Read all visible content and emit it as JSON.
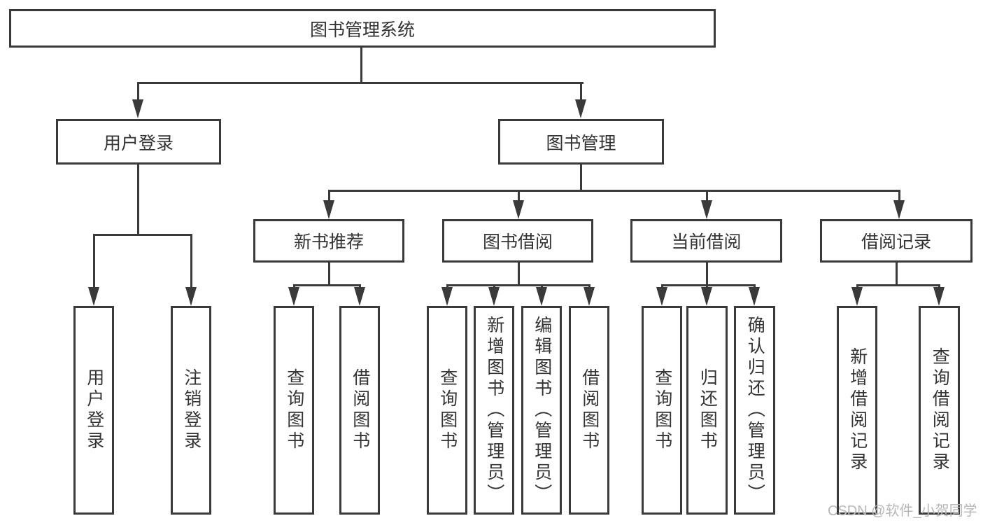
{
  "nodes": {
    "root": "图书管理系统",
    "user_login": "用户登录",
    "book_mgmt": "图书管理",
    "new_book_rec": "新书推荐",
    "book_borrow": "图书借阅",
    "current_borrow": "当前借阅",
    "borrow_record": "借阅记录"
  },
  "leaves": {
    "login": [
      "用户登录",
      "注销登录"
    ],
    "recommend": [
      "查询图书",
      "借阅图书"
    ],
    "borrow": [
      "查询图书",
      "新增图书（管理员）",
      "编辑图书（管理员）",
      "借阅图书"
    ],
    "current": [
      "查询图书",
      "归还图书",
      "确认归还（管理员）"
    ],
    "records": [
      "新增借阅记录",
      "查询借阅记录"
    ]
  },
  "watermark": "CSDN @软件_小贺同学",
  "colors": {
    "line": "#3a3a3a",
    "text": "#333333",
    "box-bg": "#ffffff",
    "watermark": "#b7b7b7"
  }
}
